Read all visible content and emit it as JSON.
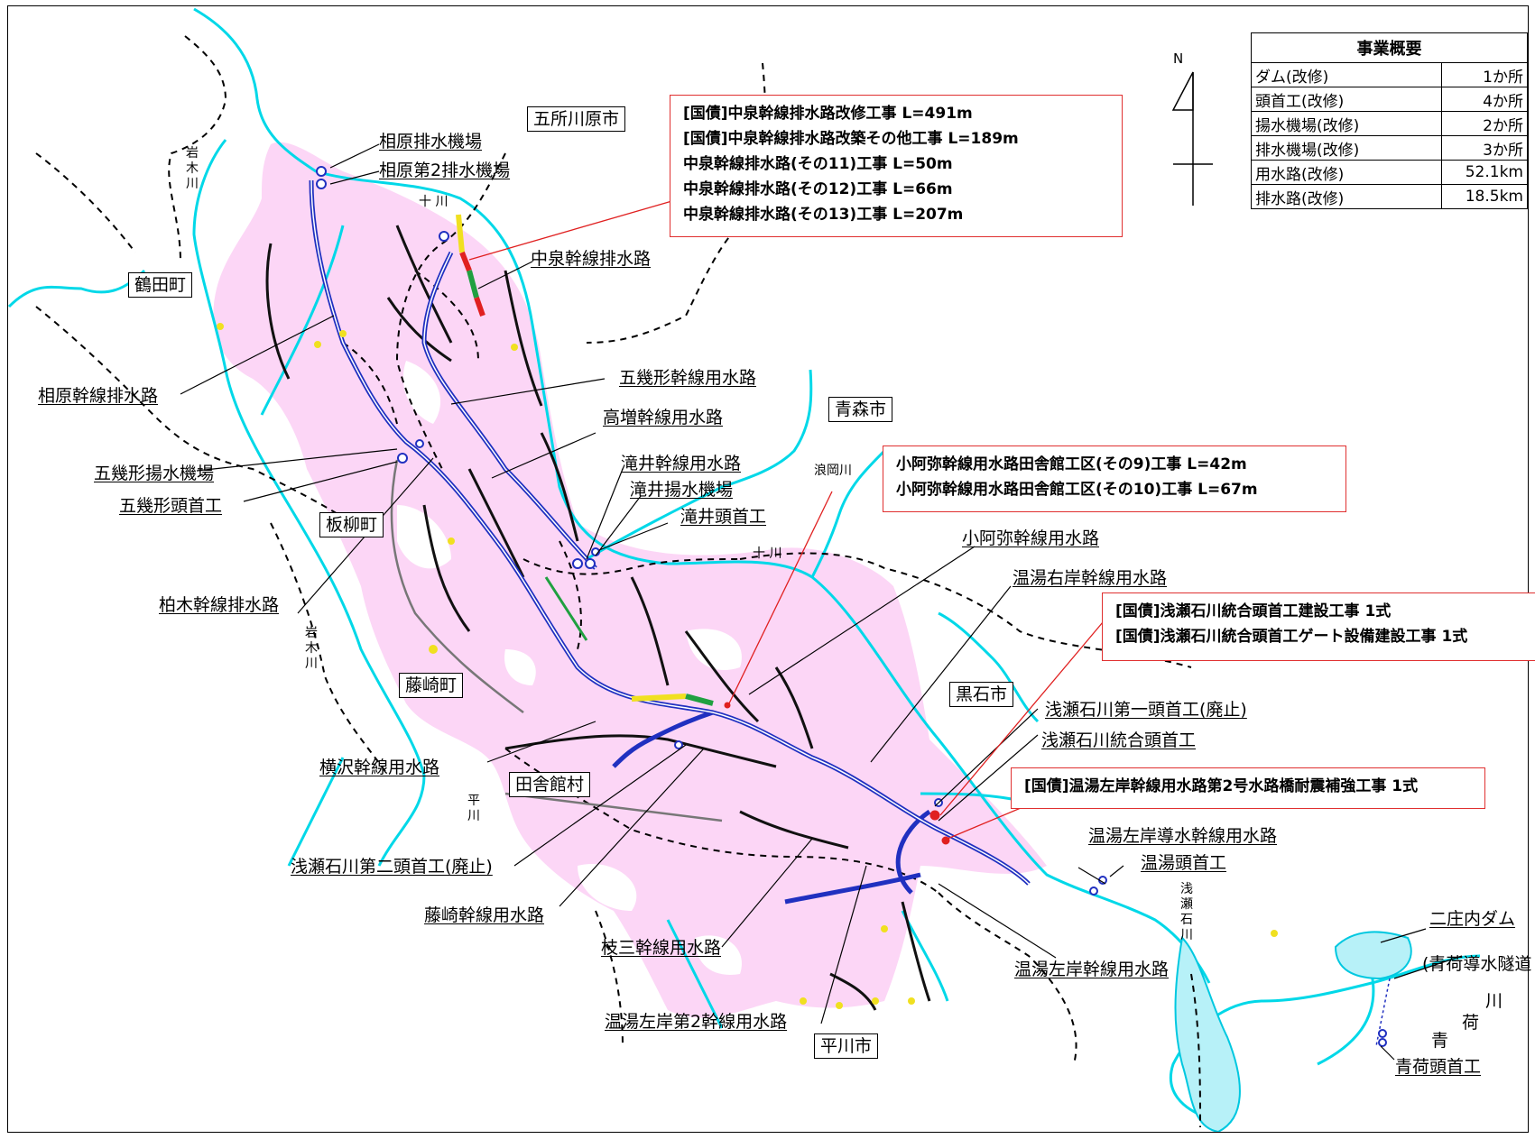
{
  "summary": {
    "title": "事業概要",
    "rows": [
      {
        "label": "ダム(改修)",
        "value": "1か所"
      },
      {
        "label": "頭首工(改修)",
        "value": "4か所"
      },
      {
        "label": "揚水機場(改修)",
        "value": "2か所"
      },
      {
        "label": "排水機場(改修)",
        "value": "3か所"
      },
      {
        "label": "用水路(改修)",
        "value": "52.1km"
      },
      {
        "label": "排水路(改修)",
        "value": "18.5km"
      }
    ]
  },
  "north_label": "N",
  "projects": {
    "nakaizumi": [
      "[国債]中泉幹線排水路改修工事 L=491m",
      "[国債]中泉幹線排水路改築その他工事 L=189m",
      "中泉幹線排水路(その11)工事 L=50m",
      "中泉幹線排水路(その12)工事 L=66m",
      "中泉幹線排水路(その13)工事 L=207m"
    ],
    "koami": [
      "小阿弥幹線用水路田舎館工区(その9)工事 L=42m",
      "小阿弥幹線用水路田舎館工区(その10)工事 L=67m"
    ],
    "asase": [
      "[国債]浅瀬石川統合頭首工建設工事 1式",
      "[国債]浅瀬石川統合頭首工ゲート設備建設工事 1式"
    ],
    "nuruyu": [
      "[国債]温湯左岸幹線用水路第2号水路橋耐震補強工事 1式"
    ]
  },
  "municipalities": {
    "goshogawara": "五所川原市",
    "tsuruta": "鶴田町",
    "aomori": "青森市",
    "itayanagi": "板柳町",
    "fujisaki": "藤崎町",
    "kuroishi": "黒石市",
    "inakadate": "田舎館村",
    "hirakawa": "平川市"
  },
  "facilities": {
    "aihara_pump": "相原排水機場",
    "aihara_pump2": "相原第2排水機場",
    "nakaizumi_drain": "中泉幹線排水路",
    "aihara_drain": "相原幹線排水路",
    "gokisho_canal": "五幾形幹線用水路",
    "takamasu_canal": "高増幹線用水路",
    "takii_canal": "滝井幹線用水路",
    "takii_pump": "滝井揚水機場",
    "takii_weir": "滝井頭首工",
    "gokisho_pump": "五幾形揚水機場",
    "gokisho_weir": "五幾形頭首工",
    "kashiwagi_drain": "柏木幹線排水路",
    "koami_canal": "小阿弥幹線用水路",
    "nuruyu_right_canal": "温湯右岸幹線用水路",
    "asase_weir1": "浅瀬石川第一頭首工(廃止)",
    "asase_integrated": "浅瀬石川統合頭首工",
    "yokosawa_canal": "横沢幹線用水路",
    "nuruyu_left_guide": "温湯左岸導水幹線用水路",
    "nuruyu_weir": "温湯頭首工",
    "asase_weir2": "浅瀬石川第二頭首工(廃止)",
    "fujisaki_canal": "藤崎幹線用水路",
    "edasan_canal": "枝三幹線用水路",
    "nuruyu_left_canal": "温湯左岸幹線用水路",
    "nuruyu_left2_canal": "温湯左岸第2幹線用水路",
    "nishonai_dam": "二庄内ダム",
    "aoni_tunnel": "(青荷導水隧道",
    "aoni_weir": "青荷頭首工"
  },
  "rivers": {
    "iwaki_top": "岩\n木\n川",
    "towada_top": "十 川",
    "hamaoka": "浪岡川",
    "towada_mid": "十 川",
    "iwaki_mid": "岩\n木\n川",
    "hira": "平\n川",
    "asase": "浅\n瀬\n石\n川",
    "aoni_kawa": "川",
    "aoni_ni": "荷",
    "aoni_ao": "青"
  },
  "colors": {
    "river": "#00d8e8",
    "area": "#fcd6f6",
    "canal": "#2030c0",
    "drain": "#111111",
    "highlight_red": "#e02020",
    "highlight_yellow": "#f0e020",
    "highlight_green": "#20a040",
    "callout_border": "#e03030"
  }
}
